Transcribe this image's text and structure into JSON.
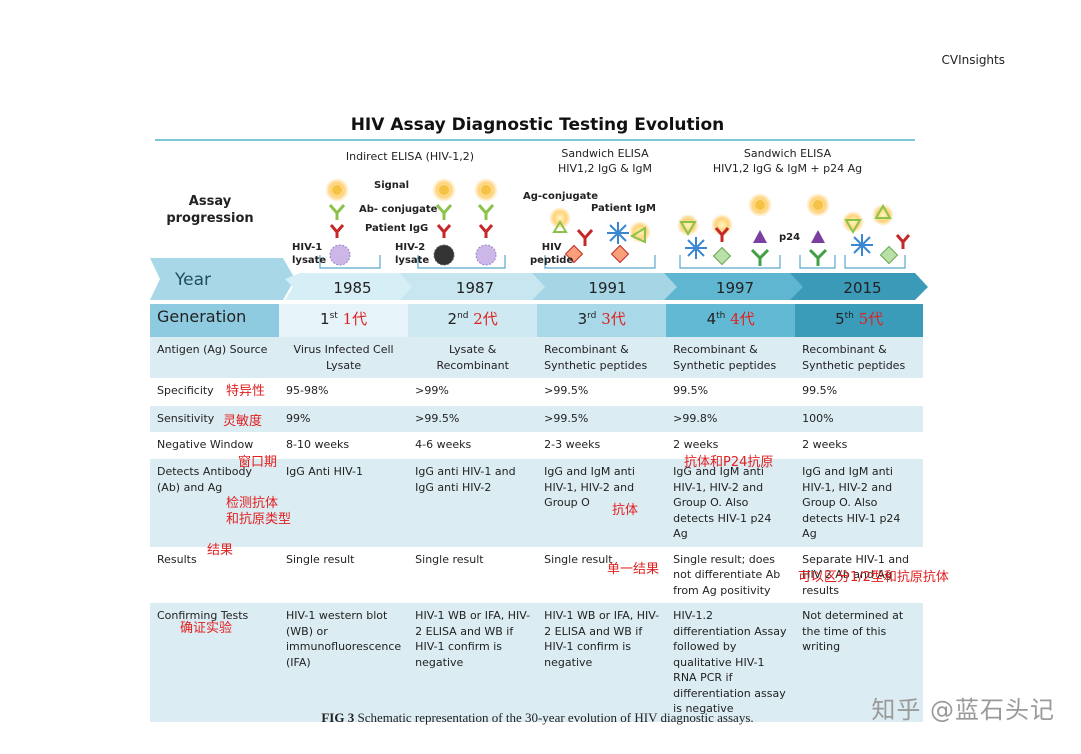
{
  "brand": "CVInsights",
  "title": "HIV Assay Diagnostic Testing  Evolution",
  "assay_progression": "Assay progression",
  "headers": {
    "indirect": "Indirect ELISA (HIV-1,2)",
    "sandwich1_l1": "Sandwich ELISA",
    "sandwich1_l2": "HIV1,2 IgG & IgM",
    "sandwich2_l1": "Sandwich ELISA",
    "sandwich2_l2": "HIV1,2 IgG & IgM + p24 Ag"
  },
  "diagram_labels": {
    "signal": "Signal",
    "ab_conj": "Ab- conjugate",
    "patient_igg": "Patient IgG",
    "hiv1_lysate_a": "HIV-1",
    "hiv1_lysate_b": "lysate",
    "hiv2_lysate_a": "HIV-2",
    "hiv2_lysate_b": "lysate",
    "ag_conj": "Ag-conjugate",
    "patient_igm": "Patient IgM",
    "hiv_pep_a": "HIV",
    "hiv_pep_b": "peptide",
    "p24": "p24"
  },
  "year_label": "Year",
  "years": [
    "1985",
    "1987",
    "1991",
    "1997",
    "2015"
  ],
  "generation_label": "Generation",
  "generations": [
    {
      "n": "1",
      "sup": "st",
      "cn": "1代"
    },
    {
      "n": "2",
      "sup": "nd",
      "cn": "2代"
    },
    {
      "n": "3",
      "sup": "rd",
      "cn": "3代"
    },
    {
      "n": "4",
      "sup": "th",
      "cn": "4代"
    },
    {
      "n": "5",
      "sup": "th",
      "cn": "5代"
    }
  ],
  "rows": [
    {
      "label": "Antigen (Ag) Source",
      "cells": [
        "Virus Infected Cell Lysate",
        "Lysate & Recombinant",
        "Recombinant & Synthetic peptides",
        "Recombinant & Synthetic peptides",
        "Recombinant & Synthetic peptides"
      ]
    },
    {
      "label": "Specificity",
      "cells": [
        "95-98%",
        ">99%",
        ">99.5%",
        "99.5%",
        "99.5%"
      ]
    },
    {
      "label": "Sensitivity",
      "cells": [
        "99%",
        ">99.5%",
        ">99.5%",
        ">99.8%",
        "100%"
      ]
    },
    {
      "label": "Negative Window",
      "cells": [
        "8-10 weeks",
        "4-6 weeks",
        "2-3 weeks",
        "2 weeks",
        "2 weeks"
      ]
    },
    {
      "label": "Detects Antibody (Ab) and Ag",
      "cells": [
        "IgG Anti HIV-1",
        "IgG anti HIV-1 and IgG anti HIV-2",
        "IgG and IgM anti HIV-1, HIV-2 and Group O",
        "IgG and IgM anti HIV-1, HIV-2 and Group O.  Also detects HIV-1 p24 Ag",
        "IgG and IgM anti HIV-1, HIV-2 and Group O.  Also detects HIV-1 p24 Ag"
      ]
    },
    {
      "label": "Results",
      "cells": [
        "Single result",
        "Single result",
        "Single result",
        "Single result; does not differentiate Ab from Ag positivity",
        "Separate HIV-1 and HIV 2 Ab and Ag results"
      ]
    },
    {
      "label": "Confirming Tests",
      "cells": [
        "HIV-1 western blot (WB) or immunofluorescence (IFA)",
        "HIV-1  WB or IFA, HIV-2 ELISA and WB if HIV-1 confirm is negative",
        "HIV-1  WB or IFA, HIV-2 ELISA and WB if HIV-1 confirm is negative",
        "HIV-1.2 differentiation Assay followed by qualitative HIV-1 RNA PCR if differentiation assay is negative",
        "Not determined at the time of this writing"
      ]
    }
  ],
  "annotations": {
    "specificity": "特异性",
    "sensitivity": "灵敏度",
    "window": "窗口期",
    "detects_1": "检测抗体",
    "detects_2": "和抗原类型",
    "results": "结果",
    "confirm": "确证实验",
    "ab_p24": "抗体和P24抗原",
    "antibody": "抗体",
    "single": "单一结果",
    "distinguish": "可以区分1/2型和抗原抗体"
  },
  "caption_prefix": "FIG 3",
  "caption_text": " Schematic representation of the 30-year evolution of HIV diagnostic assays.",
  "watermark": "知乎 @蓝石头记"
}
